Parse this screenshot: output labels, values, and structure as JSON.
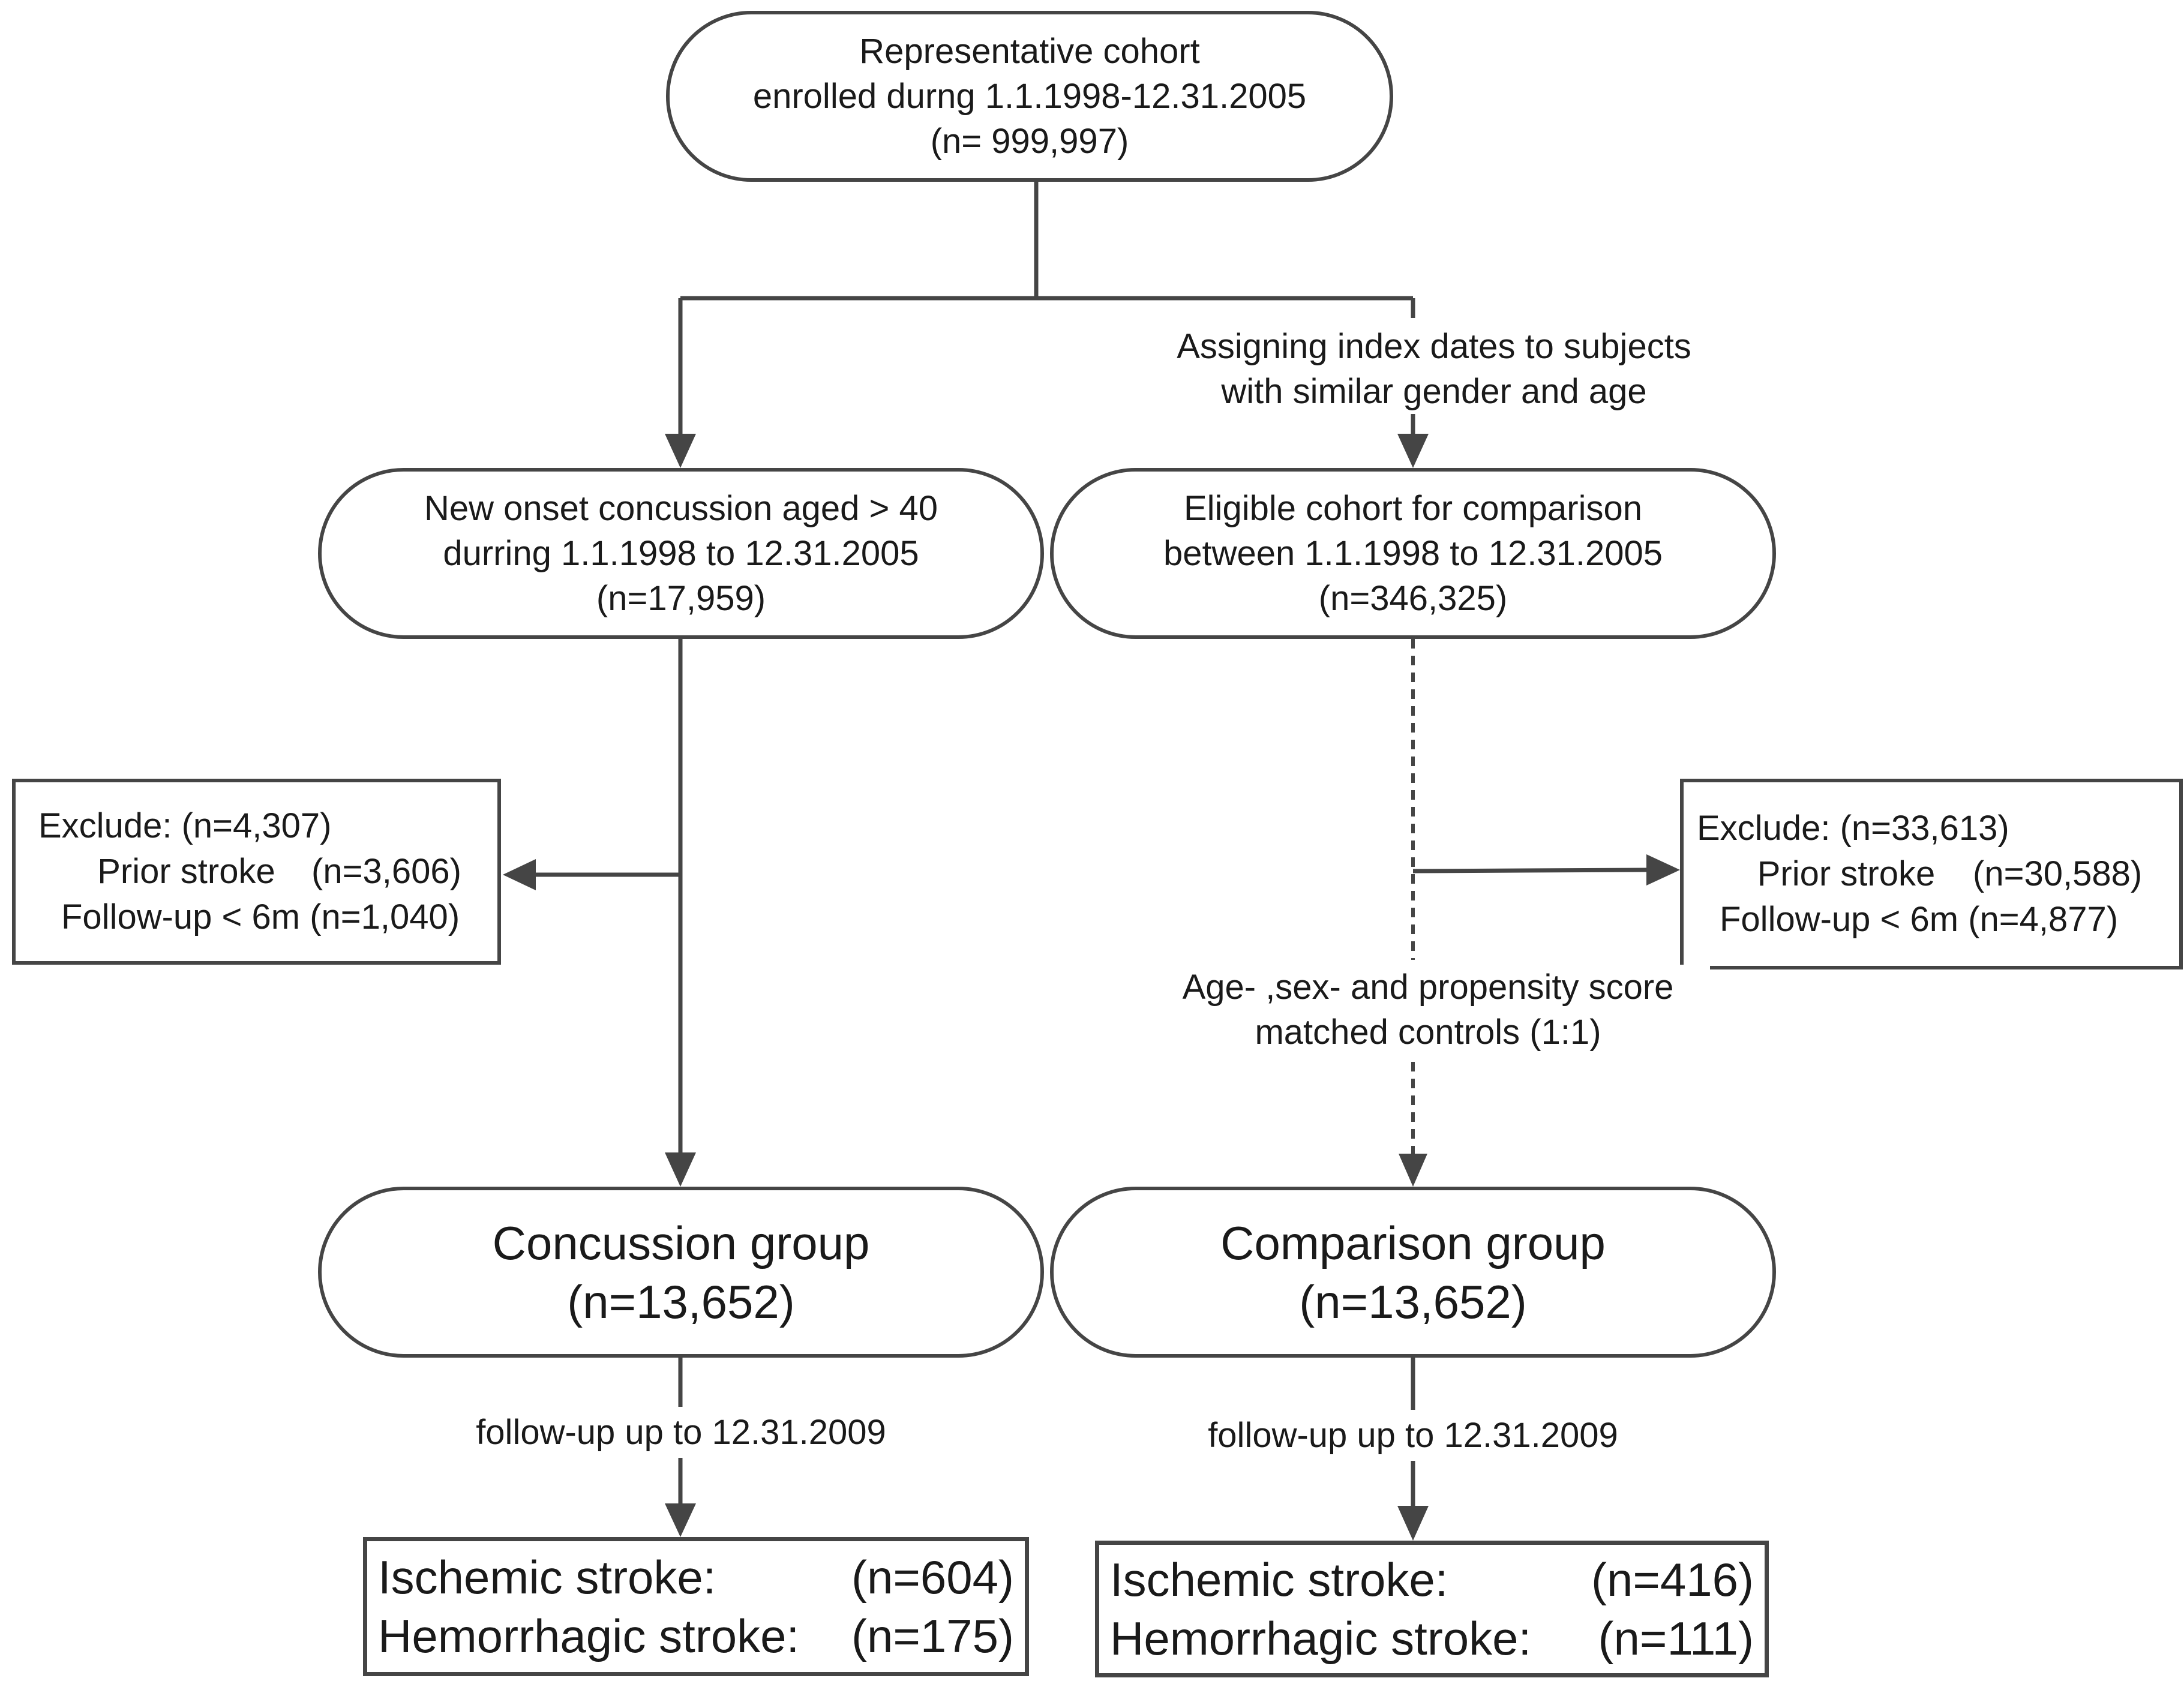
{
  "top_box": {
    "lines": [
      "Representative cohort",
      "enrolled durng 1.1.1998-12.31.2005",
      "(n= 999,997)"
    ]
  },
  "assign_label": {
    "lines": [
      "Assigning index dates to subjects",
      "with similar gender and age"
    ]
  },
  "concussion_onset_box": {
    "lines": [
      "New onset concussion aged > 40",
      "durring 1.1.1998 to 12.31.2005",
      "(n=17,959)"
    ]
  },
  "eligible_box": {
    "lines": [
      "Eligible cohort for comparison",
      "between 1.1.1998 to 12.31.2005",
      "(n=346,325)"
    ]
  },
  "exclude_left": {
    "header_label": "Exclude:",
    "header_n": "(n=4,307)",
    "rows": [
      {
        "label": "Prior stroke",
        "n": "(n=3,606)"
      },
      {
        "label": "Follow-up < 6m",
        "n": "(n=1,040)"
      }
    ]
  },
  "exclude_right": {
    "header_label": "Exclude:",
    "header_n": "(n=33,613)",
    "rows": [
      {
        "label": "Prior stroke",
        "n": "(n=30,588)"
      },
      {
        "label": "Follow-up < 6m",
        "n": "(n=4,877)"
      }
    ]
  },
  "match_label": {
    "lines": [
      "Age- ,sex- and propensity score",
      "matched controls (1:1)"
    ]
  },
  "concussion_group": {
    "lines": [
      "Concussion group",
      "(n=13,652)"
    ]
  },
  "comparison_group": {
    "lines": [
      "Comparison group",
      "(n=13,652)"
    ]
  },
  "followup_left": "follow-up up to 12.31.2009",
  "followup_right": "follow-up up to 12.31.2009",
  "outcome_left": {
    "rows": [
      {
        "label": "Ischemic stroke:",
        "n": "(n=604)"
      },
      {
        "label": "Hemorrhagic stroke:",
        "n": "(n=175)"
      }
    ]
  },
  "outcome_right": {
    "rows": [
      {
        "label": "Ischemic stroke:",
        "n": "(n=416)"
      },
      {
        "label": "Hemorrhagic stroke:",
        "n": "(n=111)"
      }
    ]
  },
  "colors": {
    "line": "#454545",
    "text": "#1a1a1a"
  }
}
